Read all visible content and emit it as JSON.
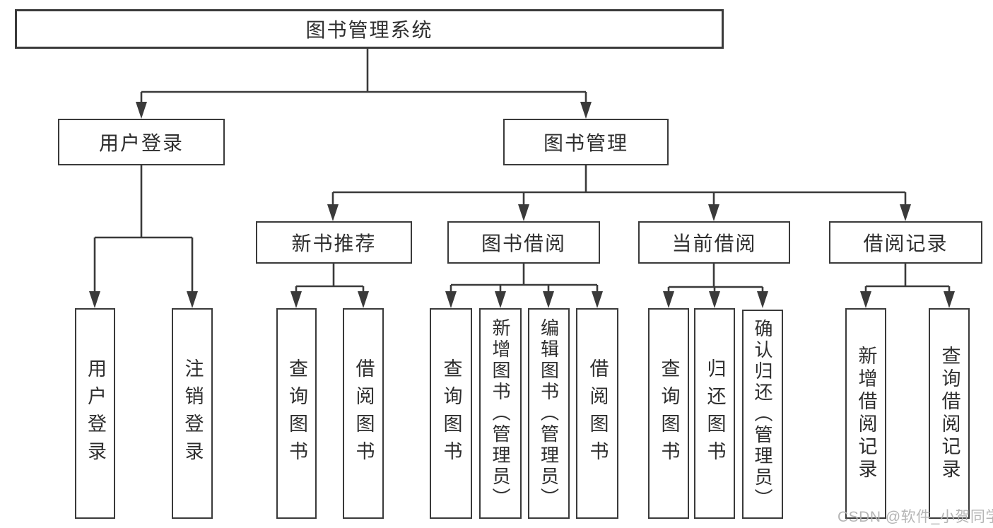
{
  "diagram": {
    "title": "图书管理系统",
    "root": {
      "label": "图书管理系统"
    },
    "level2": [
      {
        "label": "用户登录"
      },
      {
        "label": "图书管理"
      }
    ],
    "level3": [
      {
        "label": "新书推荐"
      },
      {
        "label": "图书借阅"
      },
      {
        "label": "当前借阅"
      },
      {
        "label": "借阅记录"
      }
    ],
    "leaves": {
      "login": [
        "用户登录",
        "注销登录"
      ],
      "newbook": [
        "查询图书",
        "借阅图书"
      ],
      "borrow": [
        "查询图书",
        "新增图书（管理员）",
        "编辑图书（管理员）",
        "借阅图书"
      ],
      "current": [
        "查询图书",
        "归还图书",
        "确认归还（管理员）"
      ],
      "records": [
        "新增借阅记录",
        "查询借阅记录"
      ]
    },
    "colors": {
      "line": "#3a3a3a",
      "text": "#2e2e2e",
      "background": "#ffffff",
      "watermark": "#afafaf"
    }
  },
  "watermark": {
    "text": "CSDN @软件_小贺同学"
  }
}
